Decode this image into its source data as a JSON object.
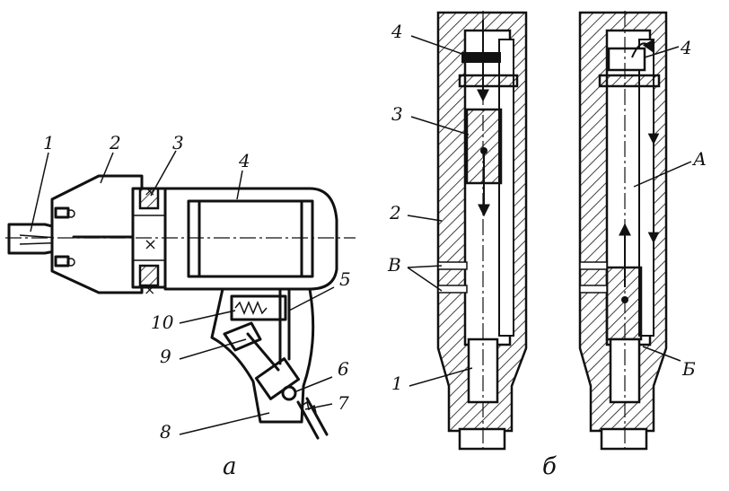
{
  "figure": {
    "left_view": {
      "caption": "а",
      "labels": [
        "1",
        "2",
        "3",
        "4",
        "5",
        "6",
        "7",
        "8",
        "9",
        "10"
      ]
    },
    "right_view": {
      "caption": "б",
      "labels": {
        "top_left": "4",
        "piston_left": "3",
        "body": "2",
        "ports": "В",
        "shank": "1",
        "top_right": "4",
        "channel": "А",
        "bottom_right": "Б"
      }
    }
  }
}
